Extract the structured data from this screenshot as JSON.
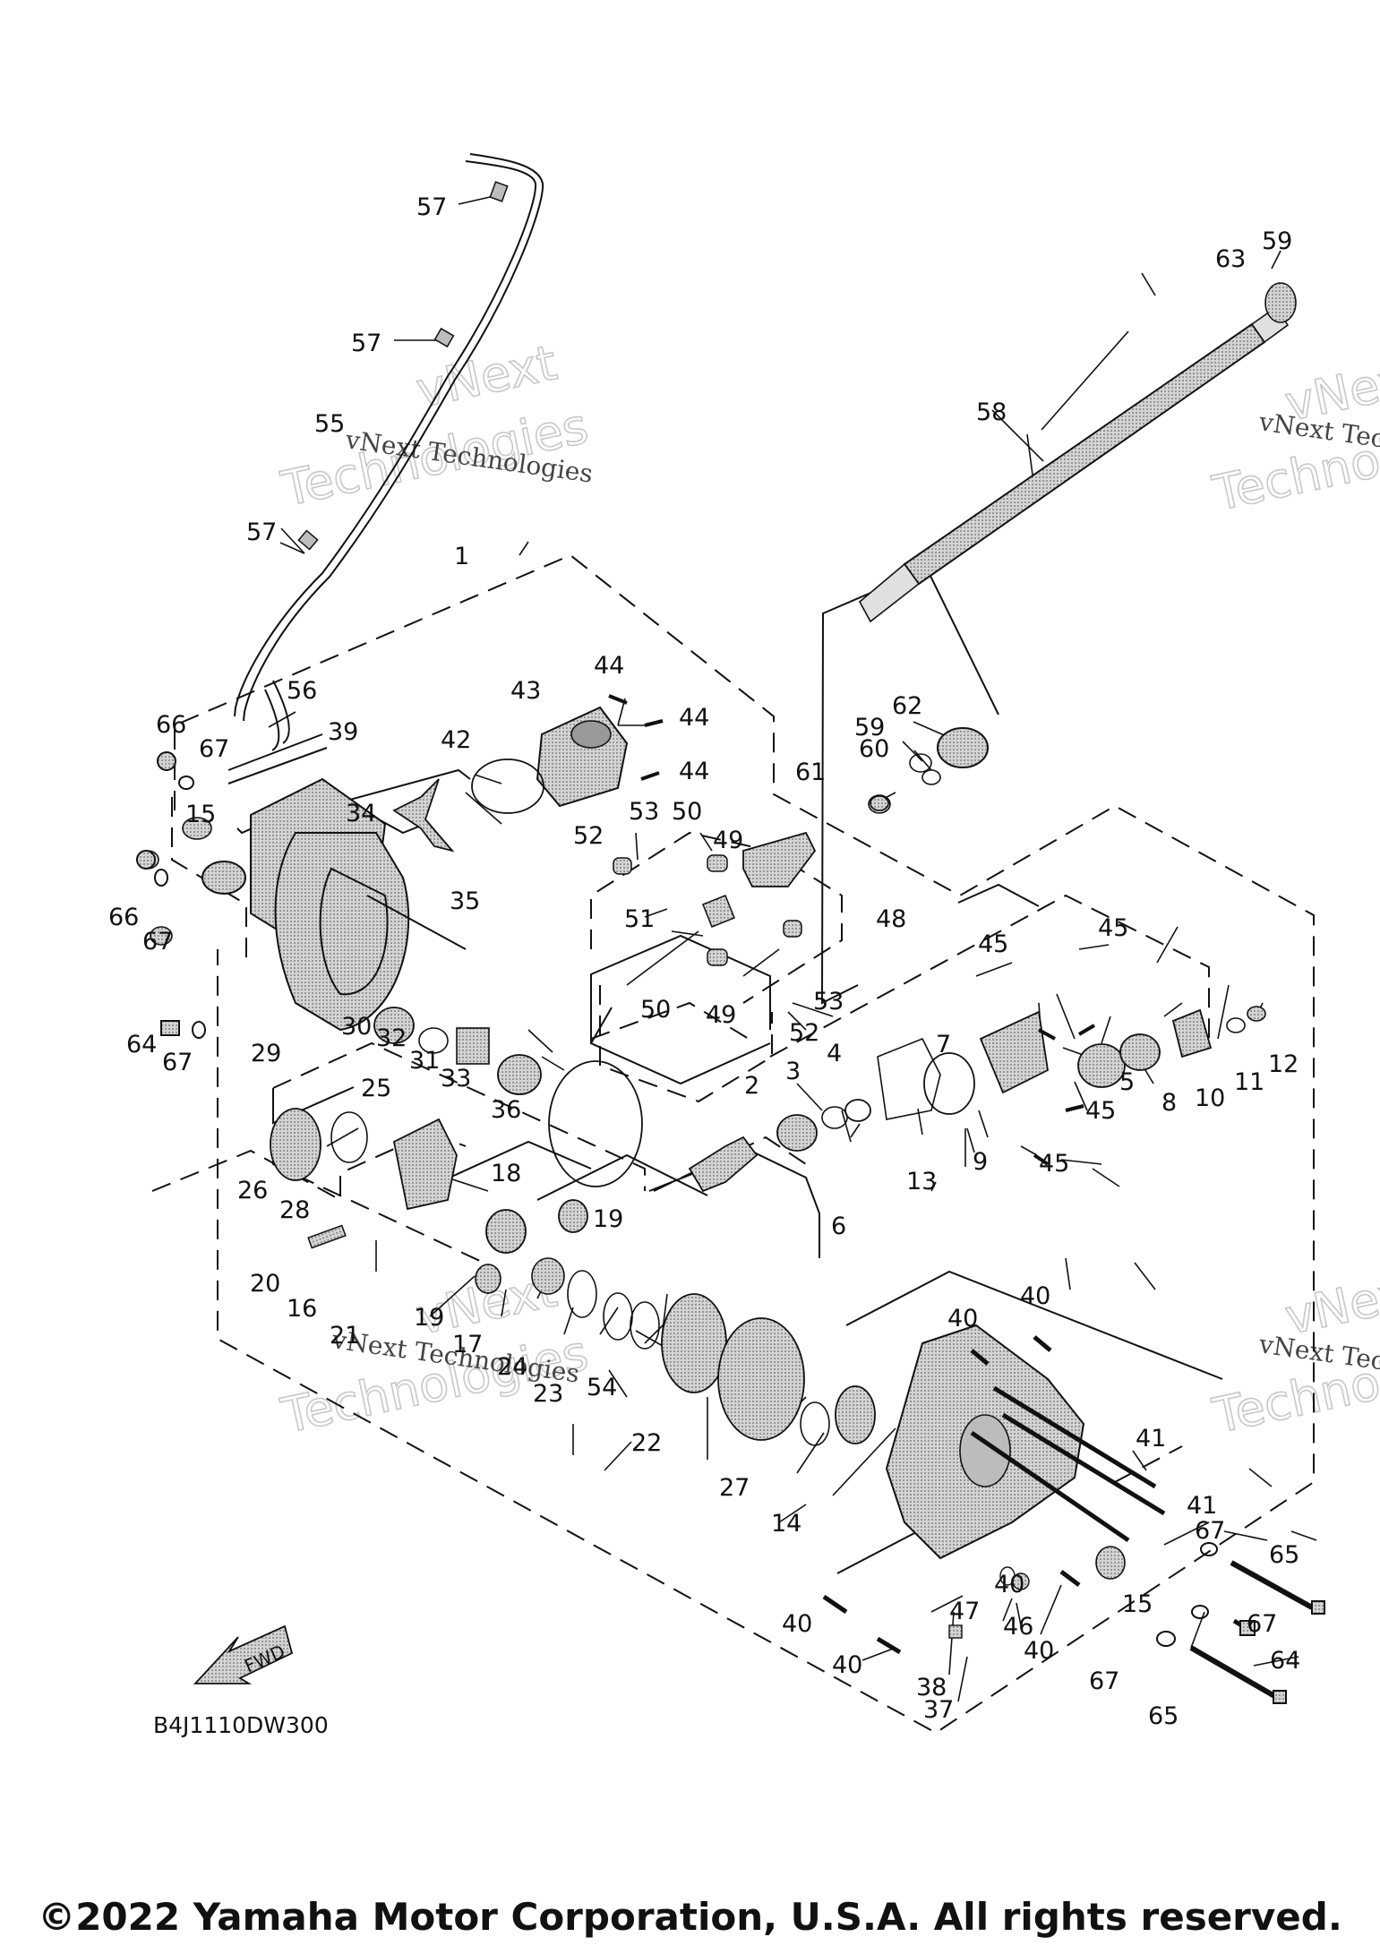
{
  "diagram": {
    "drawing_code": "B4J1110DW300",
    "direction_label": "FWD",
    "copyright": "©2022 Yamaha Motor Corporation, U.S.A. All rights reserved.",
    "watermark": {
      "line1": "vNext",
      "line2": "Technologies",
      "small": "vNext Technologies"
    },
    "callouts": [
      "1",
      "2",
      "3",
      "4",
      "5",
      "6",
      "7",
      "8",
      "9",
      "10",
      "11",
      "12",
      "13",
      "14",
      "15",
      "15",
      "16",
      "17",
      "18",
      "19",
      "19",
      "20",
      "21",
      "22",
      "23",
      "24",
      "25",
      "26",
      "27",
      "28",
      "29",
      "30",
      "31",
      "32",
      "33",
      "34",
      "35",
      "36",
      "37",
      "38",
      "39",
      "40",
      "40",
      "40",
      "40",
      "40",
      "40",
      "41",
      "41",
      "42",
      "43",
      "44",
      "44",
      "44",
      "45",
      "45",
      "45",
      "45",
      "46",
      "47",
      "48",
      "49",
      "49",
      "50",
      "50",
      "51",
      "52",
      "52",
      "53",
      "53",
      "54",
      "55",
      "56",
      "57",
      "57",
      "57",
      "58",
      "59",
      "59",
      "60",
      "61",
      "62",
      "63",
      "64",
      "64",
      "65",
      "65",
      "66",
      "66",
      "67",
      "67",
      "67",
      "67",
      "67",
      "67"
    ]
  },
  "colors": {
    "line": "#111111",
    "part_fill": "#bdbdbd",
    "watermark": "#c8c8c8"
  }
}
